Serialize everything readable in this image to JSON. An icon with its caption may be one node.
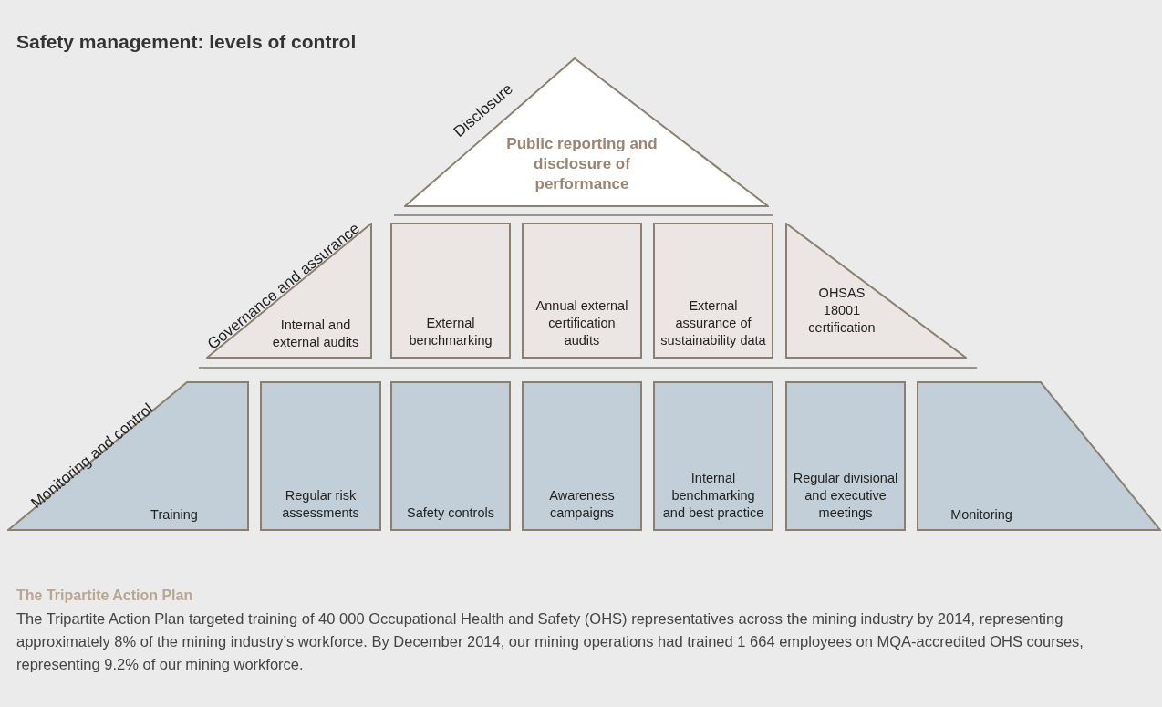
{
  "diagram": {
    "title": "Safety management: levels of control",
    "nodes": [
      {
        "text": [
          "Public reporting and disclosure of performance"
        ],
        "beside": [
          "Disclosure"
        ]
      },
      {
        "text": [
          "Internal and external audits"
        ],
        "beside": [
          "Governance and assurance"
        ]
      },
      {
        "text": [
          "External benchmarking"
        ]
      },
      {
        "text": [
          "Annual external certification audits"
        ]
      },
      {
        "text": [
          "External assurance of sustainability data"
        ]
      },
      {
        "text": [
          "OHSAS 18001 certification"
        ]
      },
      {
        "text": [
          "Training"
        ],
        "beside": [
          "Monitoring and control"
        ]
      },
      {
        "text": [
          "Regular risk assessments"
        ]
      },
      {
        "text": [
          "Safety controls"
        ]
      },
      {
        "text": [
          "Awareness campaigns"
        ]
      },
      {
        "text": [
          "Internal benchmarking and best practice"
        ]
      },
      {
        "text": [
          "Regular divisional and executive meetings"
        ]
      },
      {
        "text": [
          "Monitoring"
        ]
      }
    ],
    "labels": [
      "The Tripartite Action Plan",
      "The Tripartite Action Plan targeted training of 40 000 Occupational Health and Safety (OHS) representatives across the mining industry by 2014, representing approximately 8% of the mining industry’s workforce. By December 2014, our mining operations had trained 1 664 employees on MQA-accredited OHS courses, representing 9.2% of our mining workforce."
    ]
  }
}
